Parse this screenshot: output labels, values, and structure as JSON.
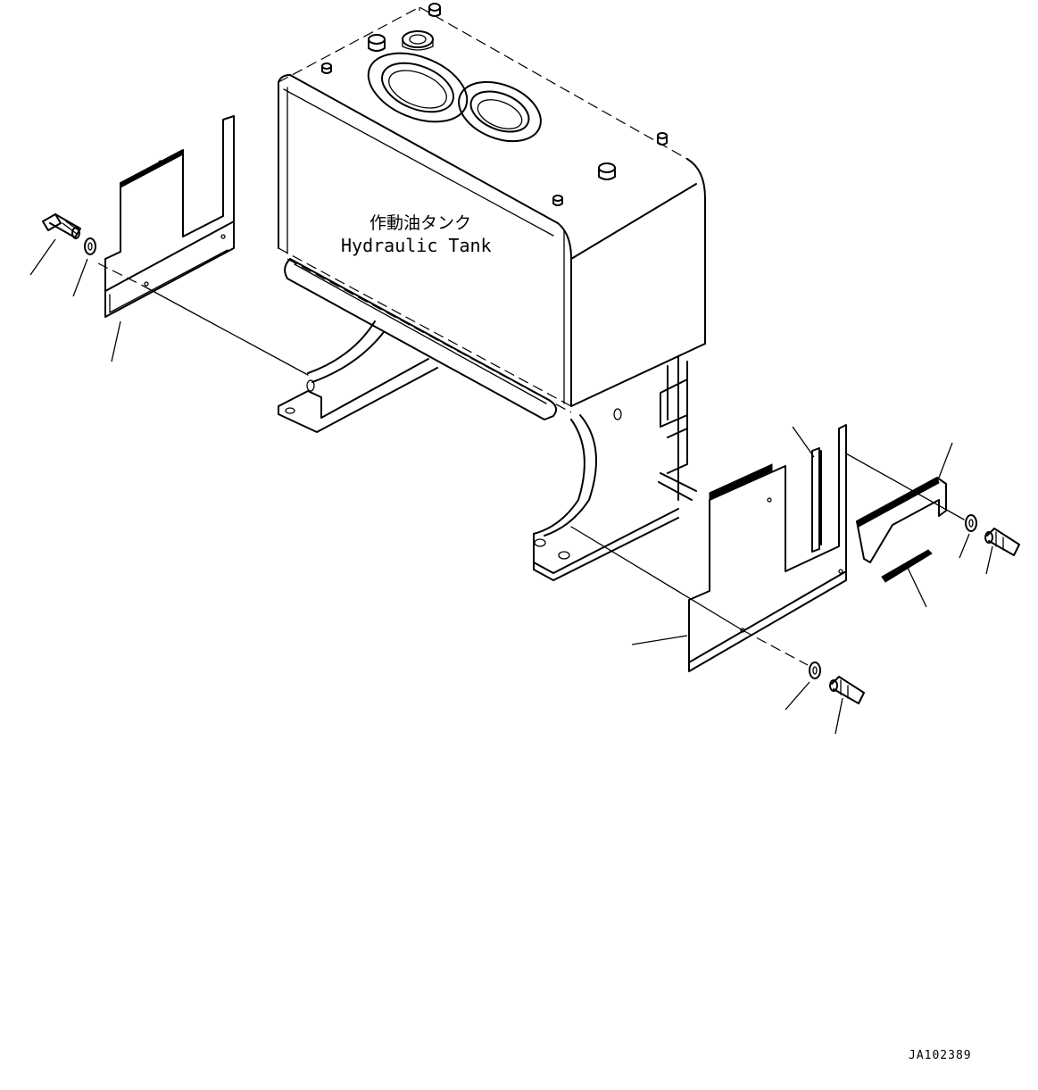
{
  "tank_label": {
    "japanese": "作動油タンク",
    "english": "Hydraulic Tank"
  },
  "drawing_id": "JA102389"
}
